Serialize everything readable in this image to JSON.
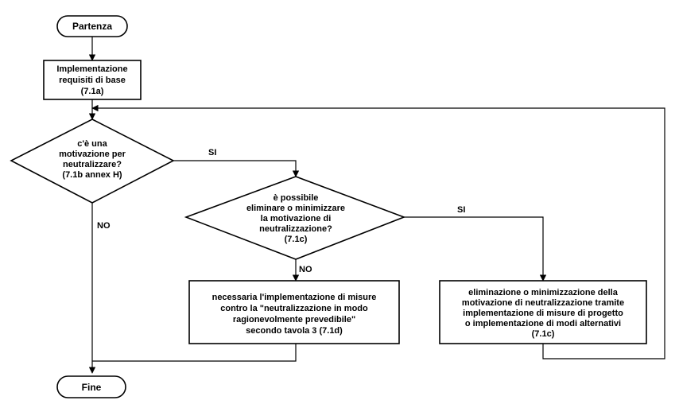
{
  "start": {
    "label": "Partenza"
  },
  "end": {
    "label": "Fine"
  },
  "step_base": {
    "lines": [
      "Implementazione",
      "requisiti di base",
      "(7.1a)"
    ]
  },
  "decision_motivation": {
    "lines": [
      "c'è una",
      "motivazione per",
      "neutralizzare?",
      "(7.1b annex H)"
    ]
  },
  "decision_minimize": {
    "lines": [
      "è possibile",
      "eliminare o minimizzare",
      "la motivazione di",
      "neutralizzazione?",
      "(7.1c)"
    ]
  },
  "step_measures": {
    "lines": [
      "necessaria l'implementazione di misure",
      "contro la \"neutralizzazione in modo",
      "ragionevolmente prevedibile\"",
      "secondo tavola 3 (7.1d)"
    ]
  },
  "step_eliminate": {
    "lines": [
      "eliminazione o minimizzazione della",
      "motivazione di neutralizzazione tramite",
      "implementazione di misure di progetto",
      "o implementazione di modi alternativi",
      "(7.1c)"
    ]
  },
  "edge_labels": {
    "si_1": "SI",
    "no_1": "NO",
    "si_2": "SI",
    "no_2": "NO"
  }
}
